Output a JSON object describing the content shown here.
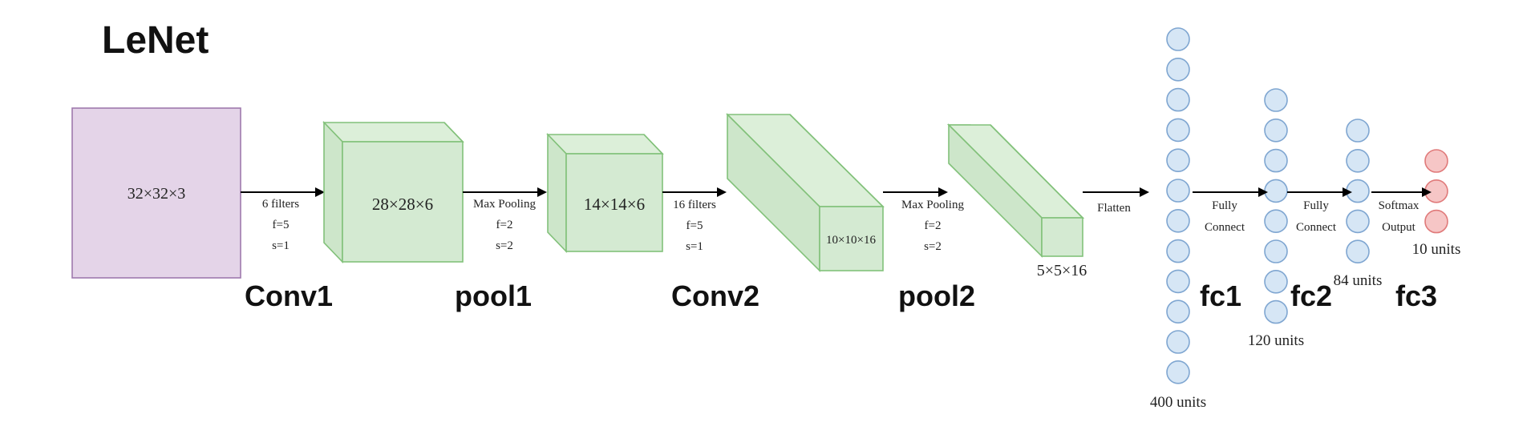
{
  "title": "LeNet",
  "input": {
    "dims": "32×32×3",
    "color": "#e4d4e8",
    "stroke": "#9f79ad"
  },
  "conv1": {
    "dims": "28×28×6",
    "params": [
      "6 filters",
      "f=5",
      "s=1"
    ],
    "label": "Conv1"
  },
  "pool1": {
    "dims": "14×14×6",
    "params": [
      "Max Pooling",
      "f=2",
      "s=2"
    ],
    "label": "pool1"
  },
  "conv2": {
    "dims": "10×10×16",
    "params": [
      "16 filters",
      "f=5",
      "s=1"
    ],
    "label": "Conv2"
  },
  "pool2": {
    "dims": "5×5×16",
    "params": [
      "Max Pooling",
      "f=2",
      "s=2"
    ],
    "label": "pool2"
  },
  "flatten": {
    "label": "Flatten"
  },
  "fc1": {
    "units_label": "400 units",
    "label": "fc1",
    "connect": [
      "Fully",
      "Connect"
    ],
    "node_count": 12
  },
  "fc2": {
    "units_label": "120 units",
    "label": "fc2",
    "connect": [
      "Fully",
      "Connect"
    ],
    "node_count": 8
  },
  "fc3": {
    "units_label": "84 units",
    "label": "fc3",
    "connect": [
      "Softmax",
      "Output"
    ],
    "node_count": 5
  },
  "output": {
    "units_label": "10 units",
    "node_count": 3
  },
  "colors": {
    "green_fill": "#d4ead2",
    "green_stroke": "#82c17a",
    "blue_node": "#d6e6f5",
    "red_node": "#f6c6c6"
  }
}
